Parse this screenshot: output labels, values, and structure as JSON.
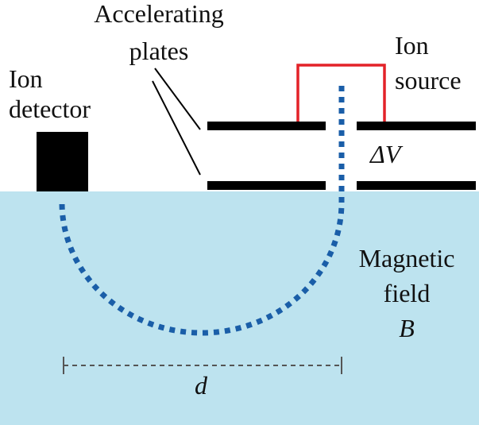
{
  "labels": {
    "accelerating_plates": [
      "Accelerating",
      "plates"
    ],
    "ion_detector": [
      "Ion",
      "detector"
    ],
    "ion_source": [
      "Ion",
      "source"
    ],
    "delta_v": "ΔV",
    "magnetic_field": [
      "Magnetic",
      "field",
      "B"
    ],
    "distance": "d"
  },
  "colors": {
    "field_region": "#bde3ef",
    "plates": "#000000",
    "detector": "#000000",
    "ion_source_wire": "#e32228",
    "ion_path": "#1a5ea8",
    "distance_marker": "#555555"
  }
}
